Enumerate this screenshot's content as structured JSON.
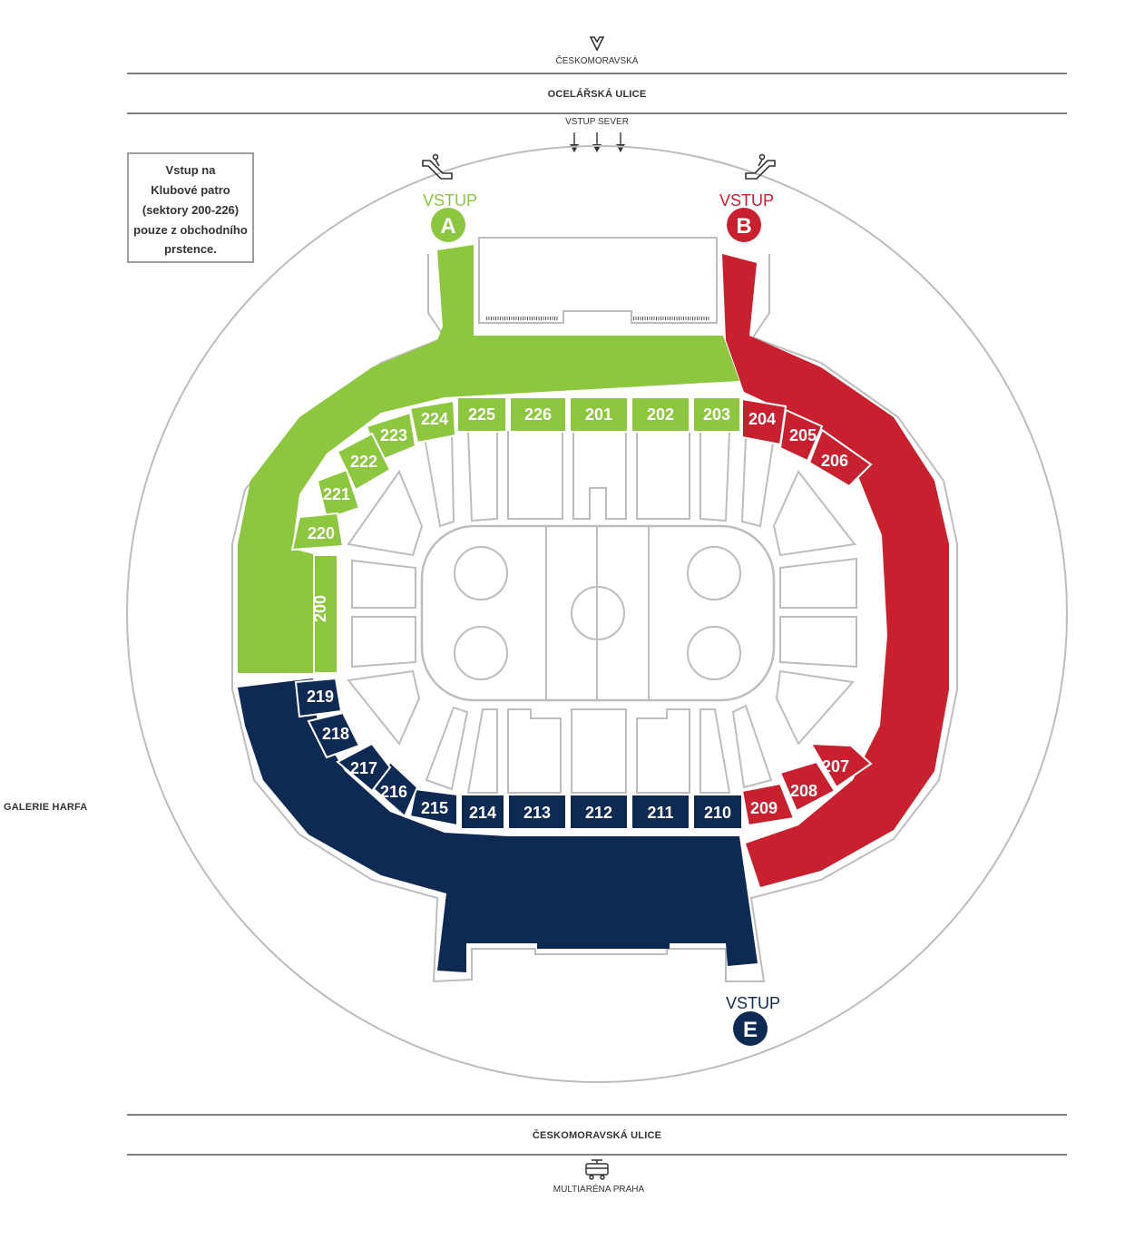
{
  "streets": {
    "metro_station": "ČESKOMORAVSKÁ",
    "north_street": "OCELÁŘSKÁ ULICE",
    "north_entrance": "VSTUP SEVER",
    "south_street": "ČESKOMORAVSKÁ ULICE",
    "tram_stop": "MULTIARÉNA PRAHA",
    "west_building": "GALERIE HARFA"
  },
  "info_box": {
    "lines": [
      "Vstup na",
      "Klubové patro",
      "(sektory 200-226)",
      "pouze z obchodního",
      "prstence."
    ]
  },
  "entrances": [
    {
      "label": "VSTUP",
      "letter": "A",
      "color": "#8dc63f"
    },
    {
      "label": "VSTUP",
      "letter": "B",
      "color": "#c8202f"
    },
    {
      "label": "VSTUP",
      "letter": "E",
      "color": "#0f2a52"
    }
  ],
  "zone_colors": {
    "green": "#8dc63f",
    "red": "#c8202f",
    "navy": "#0f2a52"
  },
  "icons": [
    "metro-icon",
    "escalator-icon",
    "arrow-down-icon",
    "tram-icon"
  ],
  "sectors": {
    "green": [
      "225",
      "226",
      "201",
      "202",
      "203",
      "224",
      "223",
      "222",
      "221",
      "220",
      "200"
    ],
    "red": [
      "204",
      "205",
      "206",
      "207",
      "208",
      "209"
    ],
    "navy": [
      "214",
      "213",
      "212",
      "211",
      "210",
      "215",
      "216",
      "217",
      "218",
      "219"
    ]
  }
}
